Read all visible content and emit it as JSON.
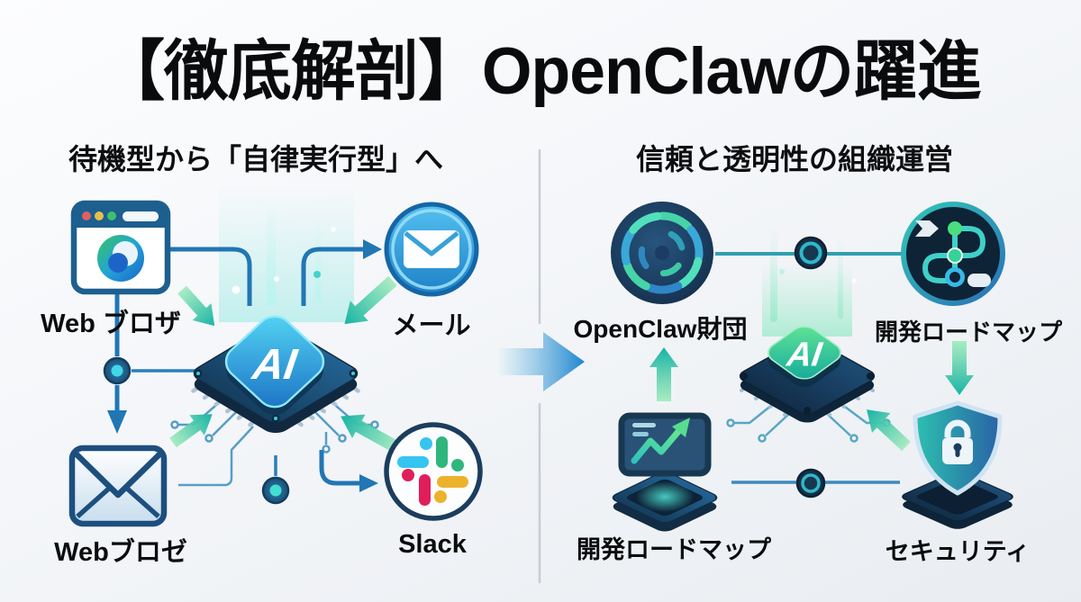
{
  "title": "【徹底解剖】OpenClawの躍進",
  "left_panel": {
    "heading": "待機型から「自律実行型」へ",
    "chip_label": "AI",
    "items": [
      {
        "label": "Web ブロザ",
        "icon": "browser-window-icon"
      },
      {
        "label": "メール",
        "icon": "mail-circle-icon"
      },
      {
        "label": "Webブロゼ",
        "icon": "envelope-icon"
      },
      {
        "label": "Slack",
        "icon": "slack-icon"
      }
    ]
  },
  "right_panel": {
    "heading": "信頼と透明性の組織運営",
    "chip_label": "AI",
    "items": [
      {
        "label": "OpenClaw財団",
        "icon": "openclaw-swirl-icon"
      },
      {
        "label": "開発ロードマップ",
        "icon": "roadmap-path-icon"
      },
      {
        "label": "開発ロードマップ",
        "icon": "growth-chart-icon"
      },
      {
        "label": "セキュリティ",
        "icon": "security-shield-icon"
      }
    ]
  },
  "colors": {
    "background": "#f2f5f8",
    "text": "#0b0c0e",
    "line_blue": "#2176b4",
    "arrow_green_light": "#9ceab9",
    "arrow_teal": "#17b3a4",
    "big_arrow_blue": "#1e86d0",
    "node_core_cyan": "#3fd8e8",
    "chip_face_blue": "#1a6fc4",
    "chip_face_teal": "#12a89c",
    "navy": "#14304c",
    "divider_gray": "#c8cdd4",
    "slack_blue": "#36c5f0",
    "slack_green": "#2eb67d",
    "slack_red": "#e01e5a",
    "slack_yellow": "#ecb22c"
  }
}
